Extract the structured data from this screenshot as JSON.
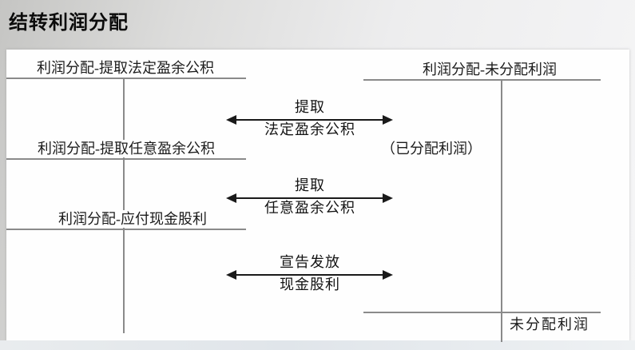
{
  "title": "结转利润分配",
  "accounts": {
    "left": [
      {
        "label": "利润分配-提取法定盈余公积"
      },
      {
        "label": "利润分配-提取任意盈余公积"
      },
      {
        "label": "利润分配-应付现金股利"
      }
    ],
    "right": {
      "label": "利润分配-未分配利润",
      "debit_side_note": "（已分配利润）",
      "closing_balance_label": "未分配利润"
    }
  },
  "arrows": [
    {
      "top_label": "提取",
      "bottom_label": "法定盈余公积"
    },
    {
      "top_label": "提取",
      "bottom_label": "任意盈余公积"
    },
    {
      "top_label": "宣告发放",
      "bottom_label": "现金股利"
    }
  ],
  "colors": {
    "account_line": "#8a8a8a",
    "arrow": "#1a1a1a",
    "text": "#1c1c1c",
    "title_text": "#0b0b0b",
    "panel_bg": "#fefefe",
    "header_gradient_start": "#c5c5c3",
    "header_gradient_end": "#f6f6f7",
    "bottom_strip": "#e0e5ea"
  }
}
